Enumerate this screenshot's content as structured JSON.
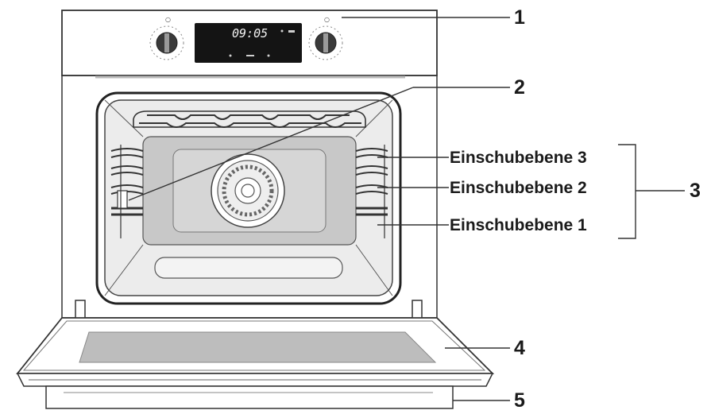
{
  "display": {
    "time": "09:05"
  },
  "callouts": {
    "control_panel": "1",
    "heating_element": "2",
    "shelf_levels_group": "3",
    "door": "4",
    "bottom_drawer": "5"
  },
  "shelf_levels": [
    {
      "label": "Einschubebene 3"
    },
    {
      "label": "Einschubebene 2"
    },
    {
      "label": "Einschubebene 1"
    }
  ],
  "colors": {
    "outline": "#333333",
    "interior": "#ececec",
    "back_panel": "#c8c8c8",
    "display_bg": "#141414",
    "glass": "#bdbdbd"
  }
}
